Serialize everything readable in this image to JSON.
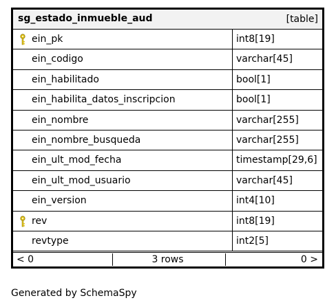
{
  "table": {
    "name": "sg_estado_inmueble_aud",
    "kind": "[table]",
    "columns": [
      {
        "name": "ein_pk",
        "type": "int8[19]",
        "key": true
      },
      {
        "name": "ein_codigo",
        "type": "varchar[45]",
        "key": false
      },
      {
        "name": "ein_habilitado",
        "type": "bool[1]",
        "key": false
      },
      {
        "name": "ein_habilita_datos_inscripcion",
        "type": "bool[1]",
        "key": false
      },
      {
        "name": "ein_nombre",
        "type": "varchar[255]",
        "key": false
      },
      {
        "name": "ein_nombre_busqueda",
        "type": "varchar[255]",
        "key": false
      },
      {
        "name": "ein_ult_mod_fecha",
        "type": "timestamp[29,6]",
        "key": false
      },
      {
        "name": "ein_ult_mod_usuario",
        "type": "varchar[45]",
        "key": false
      },
      {
        "name": "ein_version",
        "type": "int4[10]",
        "key": false
      },
      {
        "name": "rev",
        "type": "int8[19]",
        "key": true
      },
      {
        "name": "revtype",
        "type": "int2[5]",
        "key": false
      }
    ],
    "footer": {
      "left": "< 0",
      "center": "3 rows",
      "right": "0 >"
    }
  },
  "generated_by": "Generated by SchemaSpy",
  "colors": {
    "header_bg": "#f2f2f2",
    "key_icon": "#e6c619",
    "border": "#000000"
  }
}
